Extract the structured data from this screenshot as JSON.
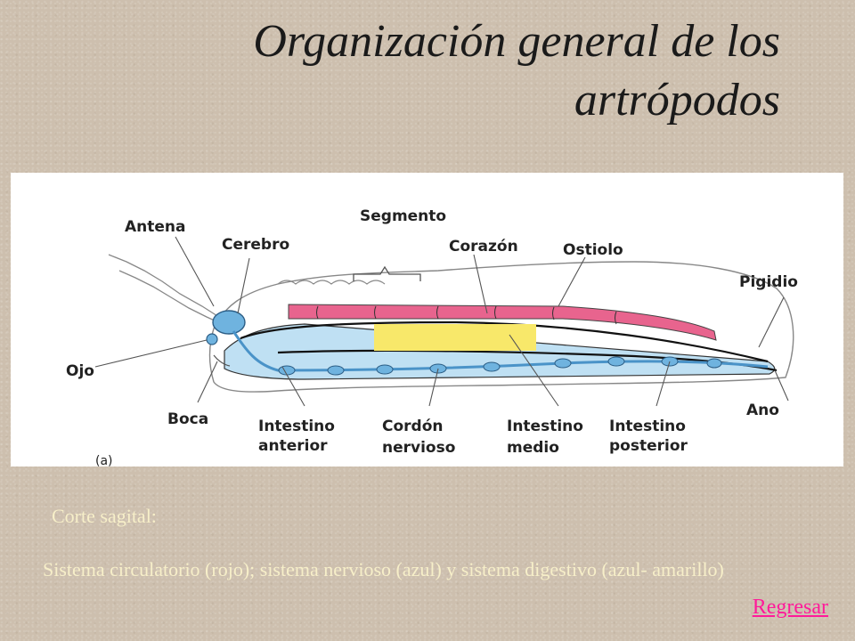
{
  "title": "Organización general de los artrópodos",
  "figure": {
    "panel_label": "(a)",
    "labels": {
      "antena": "Antena",
      "cerebro": "Cerebro",
      "segmento": "Segmento",
      "corazon": "Corazón",
      "ostiolo": "Ostiolo",
      "pigidio": "Pigidio",
      "ojo": "Ojo",
      "boca": "Boca",
      "intestino_anterior_1": "Intestino",
      "intestino_anterior_2": "anterior",
      "cordon_1": "Cordón",
      "cordon_2": "nervioso",
      "intestino_medio_1": "Intestino",
      "intestino_medio_2": "medio",
      "intestino_posterior_1": "Intestino",
      "intestino_posterior_2": "posterior",
      "ano": "Ano"
    },
    "colors": {
      "circulatory": "#e8648e",
      "nervous": "#6fb3df",
      "digestive_blue": "#bfe0f3",
      "digestive_yellow": "#f8e86a"
    }
  },
  "caption": {
    "heading": "Corte sagital:",
    "body": "Sistema circulatorio (rojo); sistema nervioso (azul) y sistema digestivo (azul- amarillo)"
  },
  "nav": {
    "back_label": "Regresar"
  }
}
